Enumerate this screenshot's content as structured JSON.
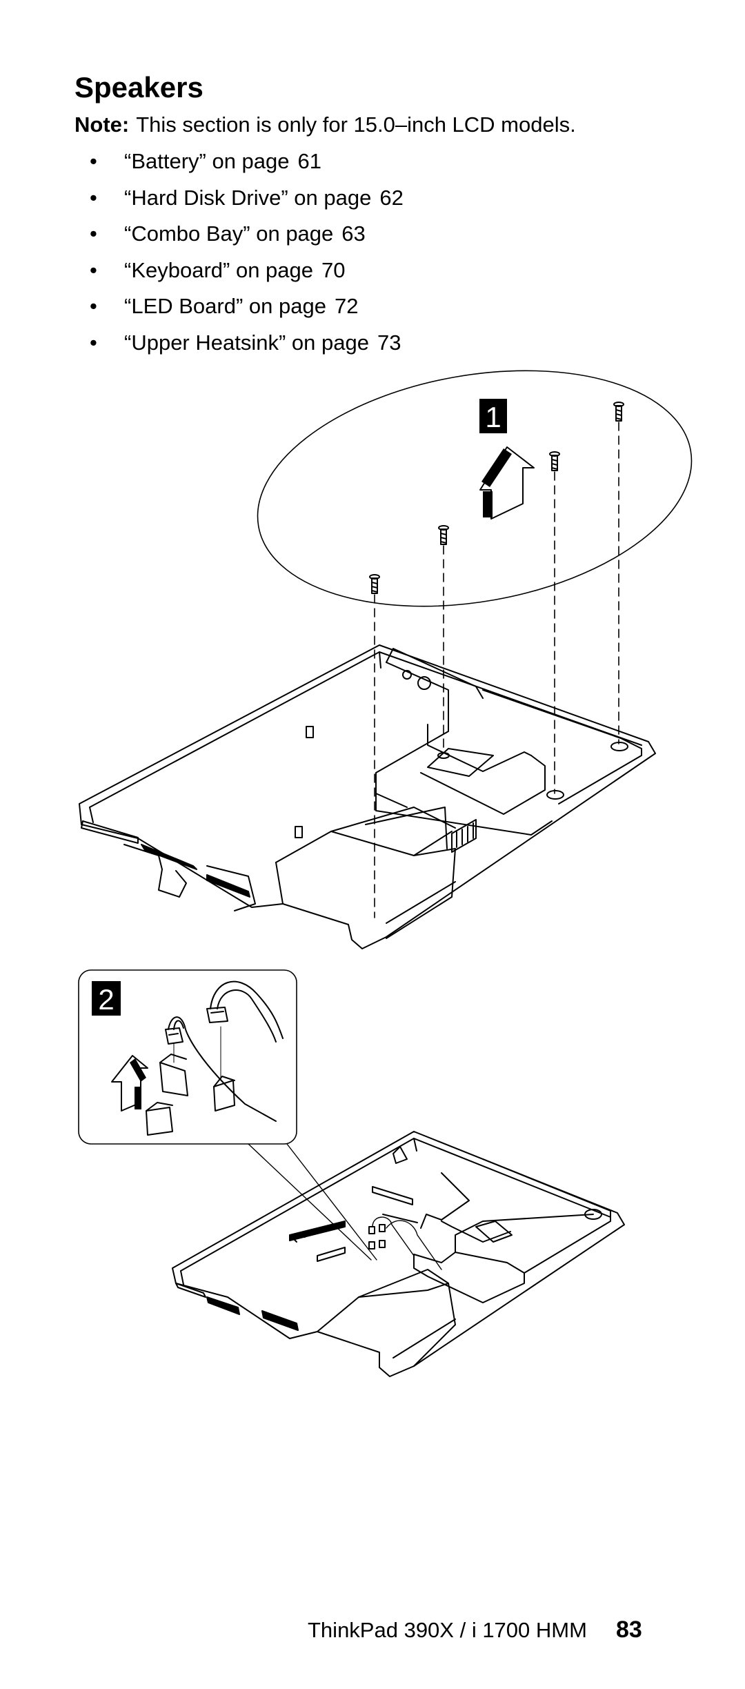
{
  "title": "Speakers",
  "note": {
    "label": "Note:",
    "text": "This section is only for 15.0–inch LCD models."
  },
  "prerequisites": [
    {
      "text": "“Battery” on page",
      "page": "61"
    },
    {
      "text": "“Hard Disk Drive” on page",
      "page": "62"
    },
    {
      "text": "“Combo Bay” on page",
      "page": "63"
    },
    {
      "text": "“Keyboard” on page",
      "page": "70"
    },
    {
      "text": "“LED Board” on page",
      "page": "72"
    },
    {
      "text": "“Upper Heatsink” on page",
      "page": "73"
    }
  ],
  "steps": [
    "1",
    "2"
  ],
  "footer": {
    "doc": "ThinkPad 390X / i 1700 HMM",
    "page_number": "83"
  }
}
